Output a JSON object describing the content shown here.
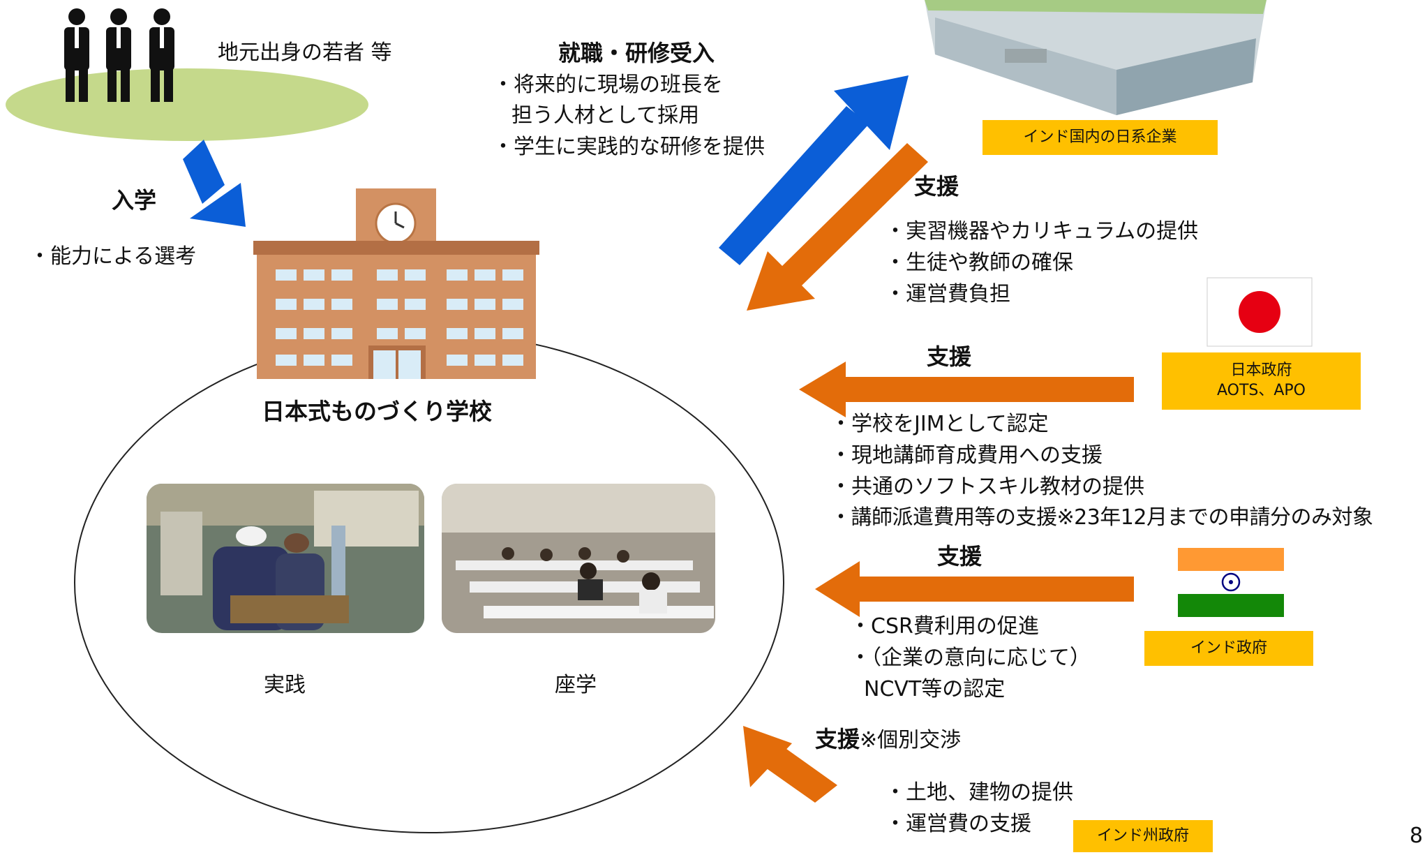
{
  "colors": {
    "blue_arrow": "#0b5ed7",
    "orange_arrow": "#e36c0a",
    "label_yellow": "#ffc000",
    "ground_green": "#c5d98b",
    "school_brown": "#d39163",
    "window_blue": "#d9ecf7",
    "japan_red": "#e60012",
    "india_saffron": "#ff9933",
    "india_green": "#138808",
    "india_chakra": "#000080"
  },
  "icons": [
    "people-icon",
    "school-building-icon",
    "clock-icon",
    "factory-building-image",
    "japan-flag-icon",
    "india-flag-icon",
    "workshop-photo",
    "classroom-photo"
  ],
  "youth": {
    "label": "地元出身の若者 等"
  },
  "enroll": {
    "title": "入学",
    "bullet": "・能力による選考"
  },
  "employment": {
    "title": "就職・研修受入",
    "bullets": [
      "・将来的に現場の班長を",
      "担う人材として採用",
      "・学生に実践的な研修を提供"
    ]
  },
  "company": {
    "label": "インド国内の日系企業"
  },
  "company_support": {
    "title": "支援",
    "bullets": [
      "・実習機器やカリキュラムの提供",
      "・生徒や教師の確保",
      "・運営費負担"
    ]
  },
  "japan_gov": {
    "label_line1": "日本政府",
    "label_line2": "AOTS、APO",
    "title": "支援",
    "bullets": [
      "・学校をJIMとして認定",
      "・現地講師育成費用への支援",
      "・共通のソフトスキル教材の提供",
      "・講師派遣費用等の支援※23年12月までの申請分のみ対象"
    ]
  },
  "india_gov": {
    "label": "インド政府",
    "title": "支援",
    "bullets": [
      "・CSR費利用の促進",
      "・（企業の意向に応じて）",
      "NCVT等の認定"
    ]
  },
  "state_gov": {
    "title": "支援",
    "note": "※個別交渉",
    "bullets": [
      "・土地、建物の提供",
      "・運営費の支援"
    ],
    "label": "インド州政府"
  },
  "school": {
    "title": "日本式ものづくり学校",
    "photo_left_caption": "実践",
    "photo_right_caption": "座学"
  },
  "page_number": "8"
}
